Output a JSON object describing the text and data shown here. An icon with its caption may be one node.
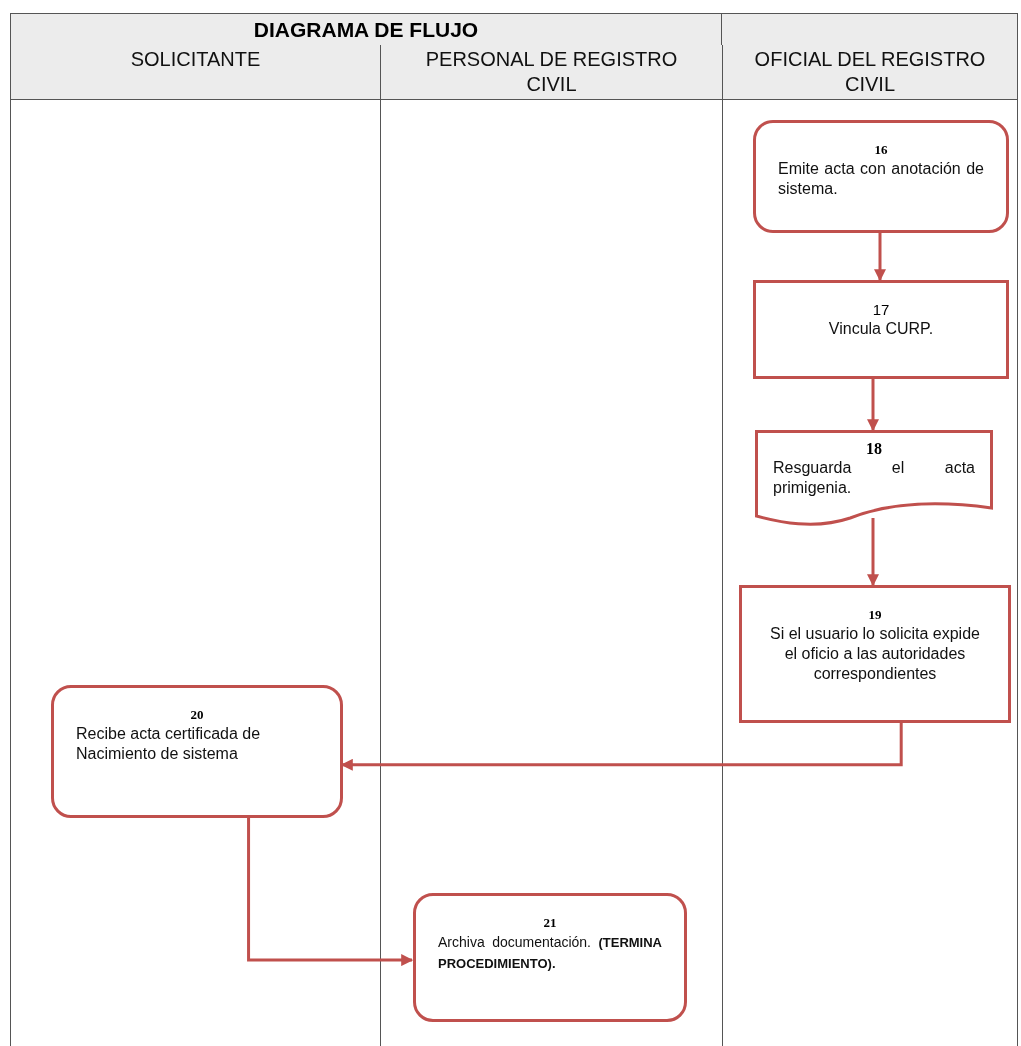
{
  "diagram": {
    "title": "DIAGRAMA DE FLUJO",
    "nodes": [
      {
        "text": [
          "SOLICITANTE"
        ]
      },
      {
        "text": [
          "PERSONAL DE REGISTRO CIVIL"
        ]
      },
      {
        "text": [
          "OFICIAL DEL REGISTRO CIVIL"
        ]
      },
      {
        "text": [
          "16",
          "Emite acta con anotación de sistema."
        ],
        "in": 2
      },
      {
        "text": [
          "17",
          "Vincula CURP."
        ],
        "in": 2
      },
      {
        "text": [
          "18",
          "Resguarda el acta primigenia."
        ],
        "in": 2
      },
      {
        "text": [
          "19",
          "Si el usuario lo solicita expide el oficio a las autoridades correspondientes"
        ],
        "in": 2
      },
      {
        "text": [
          "20",
          "Recibe acta certificada de Nacimiento de sistema"
        ],
        "in": 0
      },
      {
        "text": [
          "21",
          "Archiva documentación. **(TERMINA PROCEDIMIENTO).**"
        ],
        "in": 1
      }
    ],
    "edges": [
      {
        "from": 3,
        "to": 4,
        "arrow": "to"
      },
      {
        "from": 4,
        "to": 5,
        "arrow": "to"
      },
      {
        "from": 5,
        "to": 6,
        "arrow": "to"
      },
      {
        "from": 6,
        "to": 7,
        "arrow": "to"
      },
      {
        "from": 7,
        "to": 8,
        "arrow": "to"
      }
    ]
  }
}
